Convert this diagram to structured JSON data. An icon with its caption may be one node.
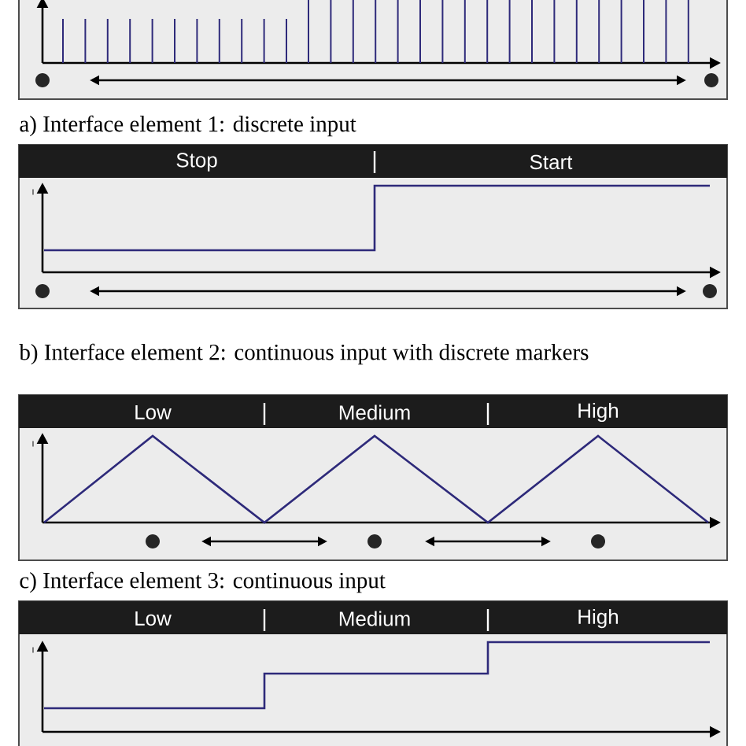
{
  "diagram": {
    "labels": [
      "a) Interface element 1: discrete input",
      "Stop",
      "Start",
      "I",
      "b) Interface element 2: continuous input with discrete markers",
      "Low",
      "Medium",
      "High",
      "I",
      "c) Interface element 3: continuous input",
      "Low",
      "Medium",
      "High",
      "I"
    ]
  }
}
